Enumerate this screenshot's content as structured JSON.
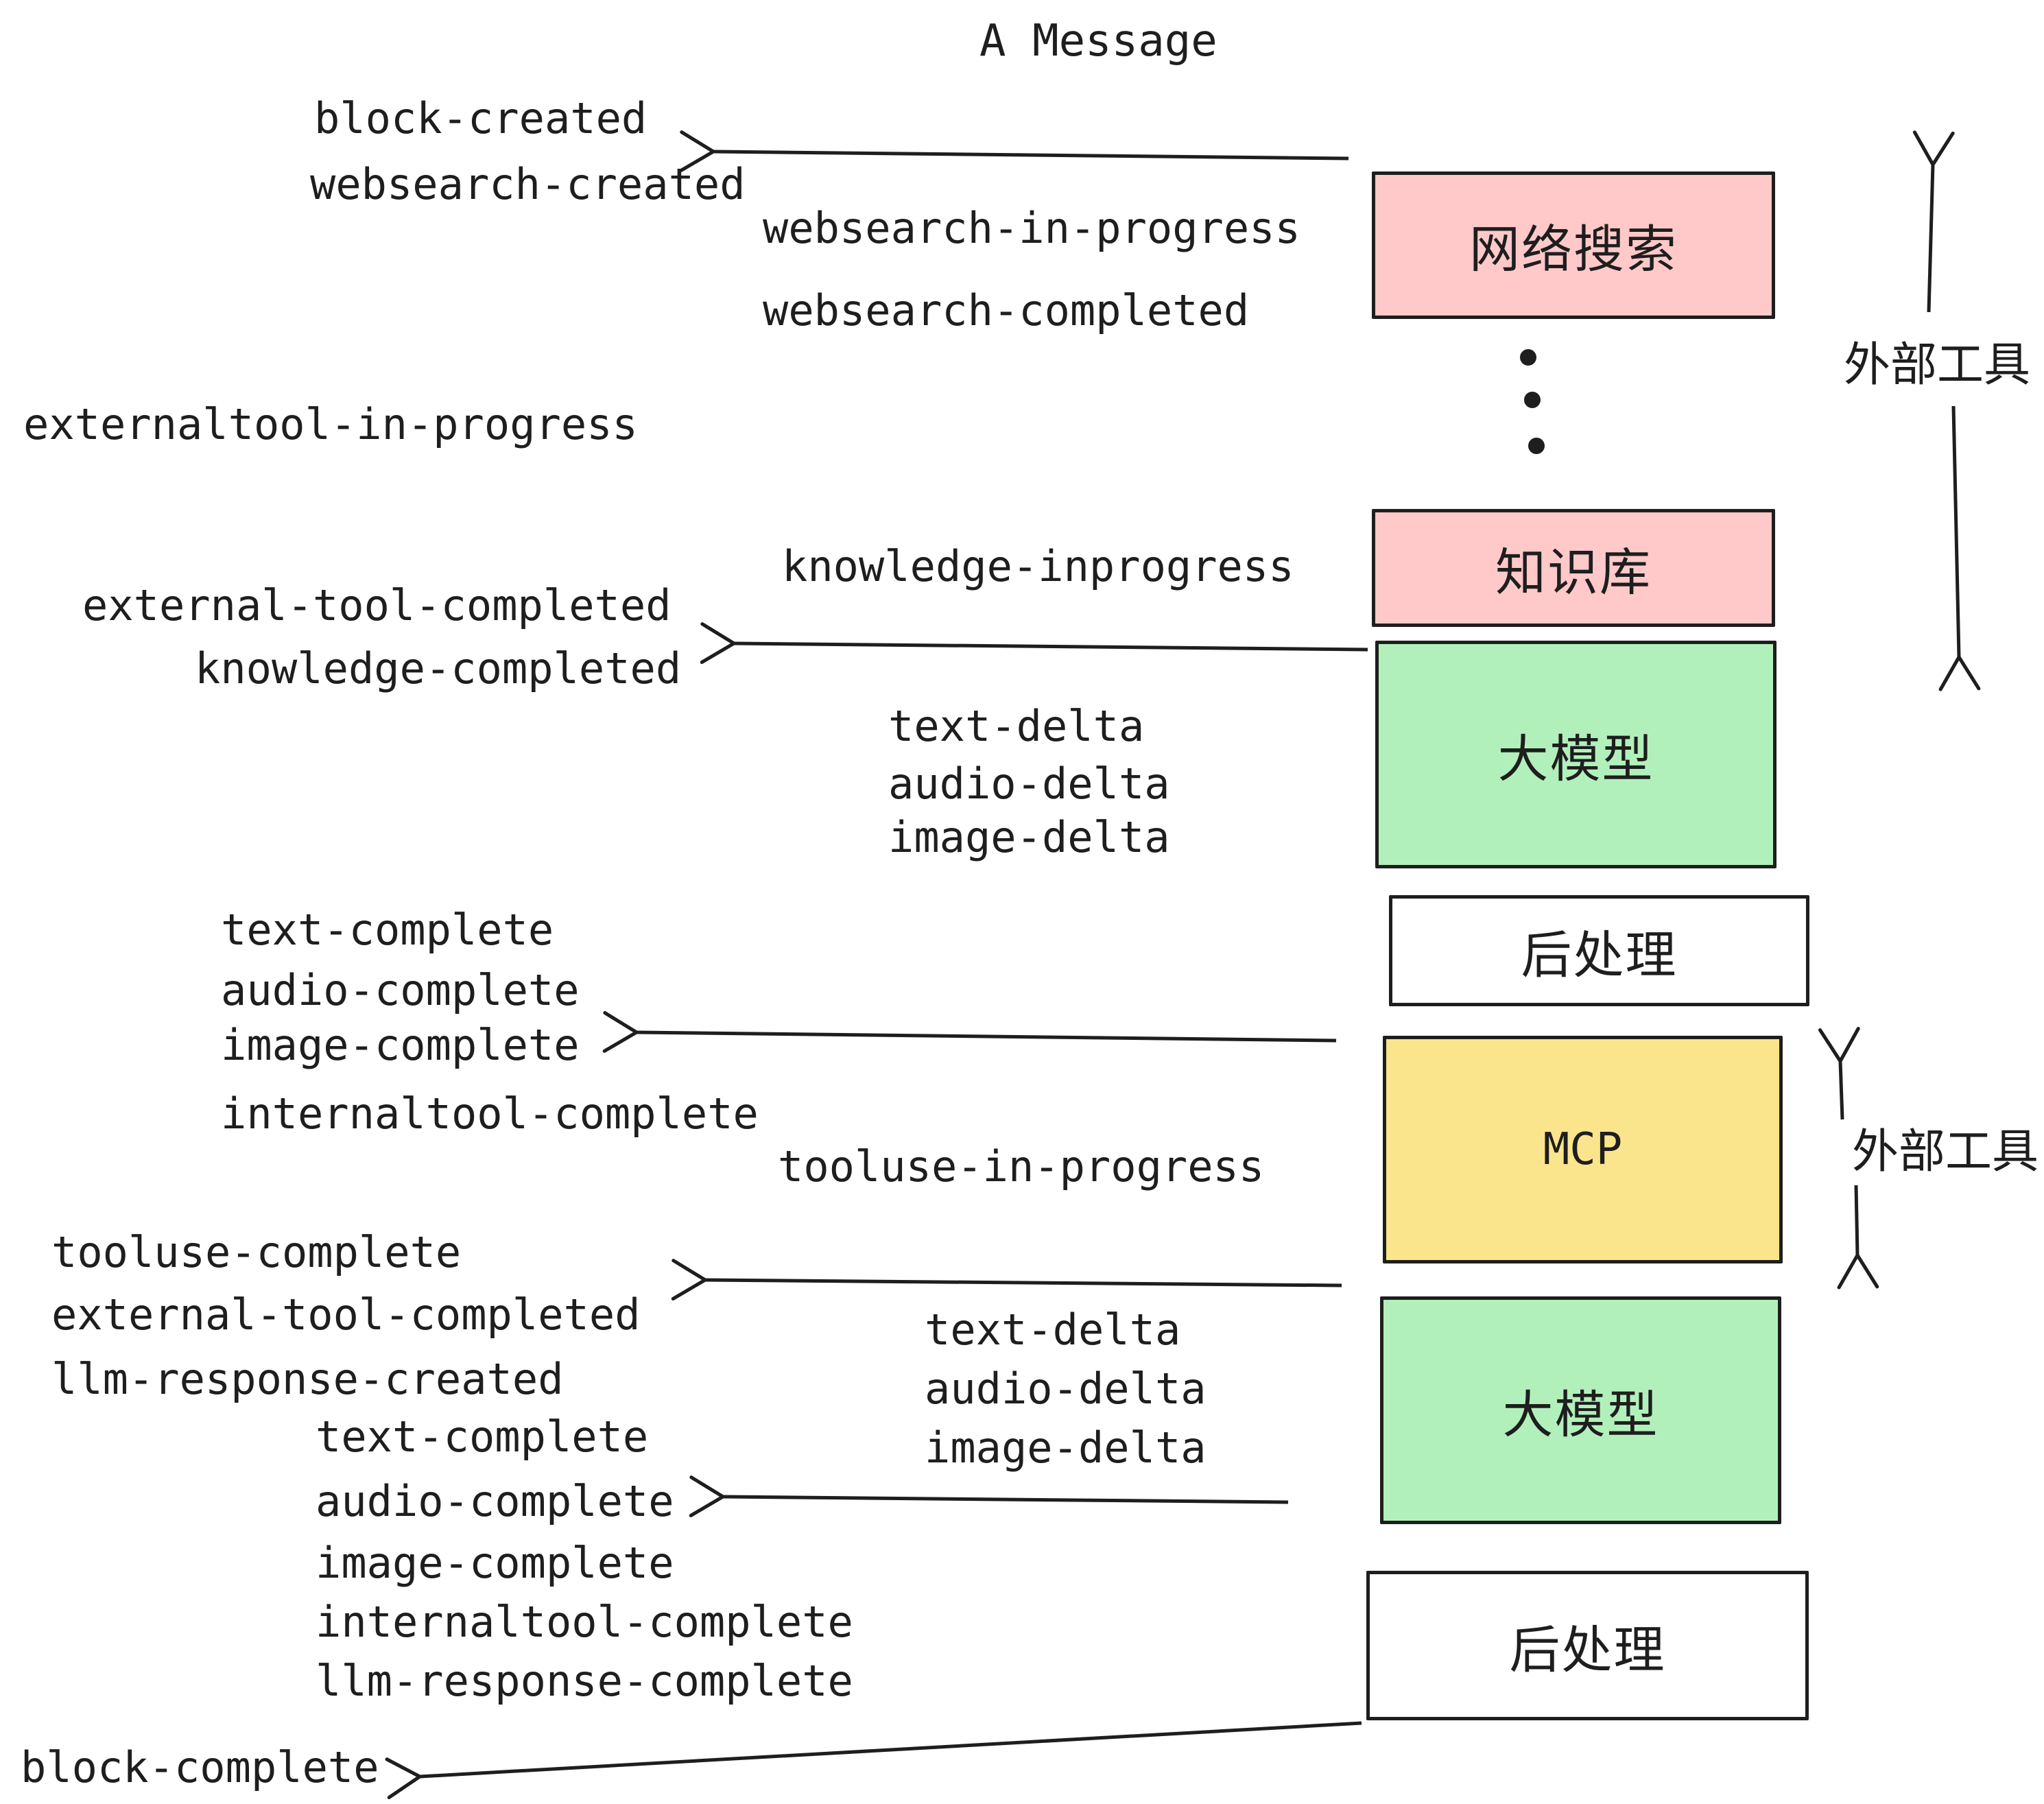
{
  "title": "A Message",
  "colors": {
    "ink": "#1e1e1e",
    "pink": "#ffc9c9",
    "green": "#b2f0bb",
    "yellow": "#fae58c",
    "white": "#ffffff"
  },
  "boxes": {
    "websearch": "网络搜索",
    "knowledge": "知识库",
    "llm1": "大模型",
    "post1": "后处理",
    "mcp": "MCP",
    "llm2": "大模型",
    "post2": "后处理"
  },
  "annotations": {
    "external_tools_top": "外部工具",
    "external_tools_bottom": "外部工具"
  },
  "events": {
    "block_created": "block-created",
    "websearch_created": "websearch-created",
    "websearch_in_progress": "websearch-in-progress",
    "websearch_completed": "websearch-completed",
    "externaltool_in_progress": "externaltool-in-progress",
    "knowledge_inprogress": "knowledge-inprogress",
    "external_tool_completed_1": "external-tool-completed",
    "knowledge_completed": "knowledge-completed",
    "text_delta_1": "text-delta",
    "audio_delta_1": "audio-delta",
    "image_delta_1": "image-delta",
    "text_complete_1": "text-complete",
    "audio_complete_1": "audio-complete",
    "image_complete_1": "image-complete",
    "internaltool_complete_1": "internaltool-complete",
    "tooluse_in_progress": "tooluse-in-progress",
    "tooluse_complete": "tooluse-complete",
    "external_tool_completed_2": "external-tool-completed",
    "llm_response_created": "llm-response-created",
    "text_delta_2": "text-delta",
    "audio_delta_2": "audio-delta",
    "image_delta_2": "image-delta",
    "text_complete_2": "text-complete",
    "audio_complete_2": "audio-complete",
    "image_complete_2": "image-complete",
    "internaltool_complete_2": "internaltool-complete",
    "llm_response_complete": "llm-response-complete",
    "block_complete": "block-complete"
  }
}
